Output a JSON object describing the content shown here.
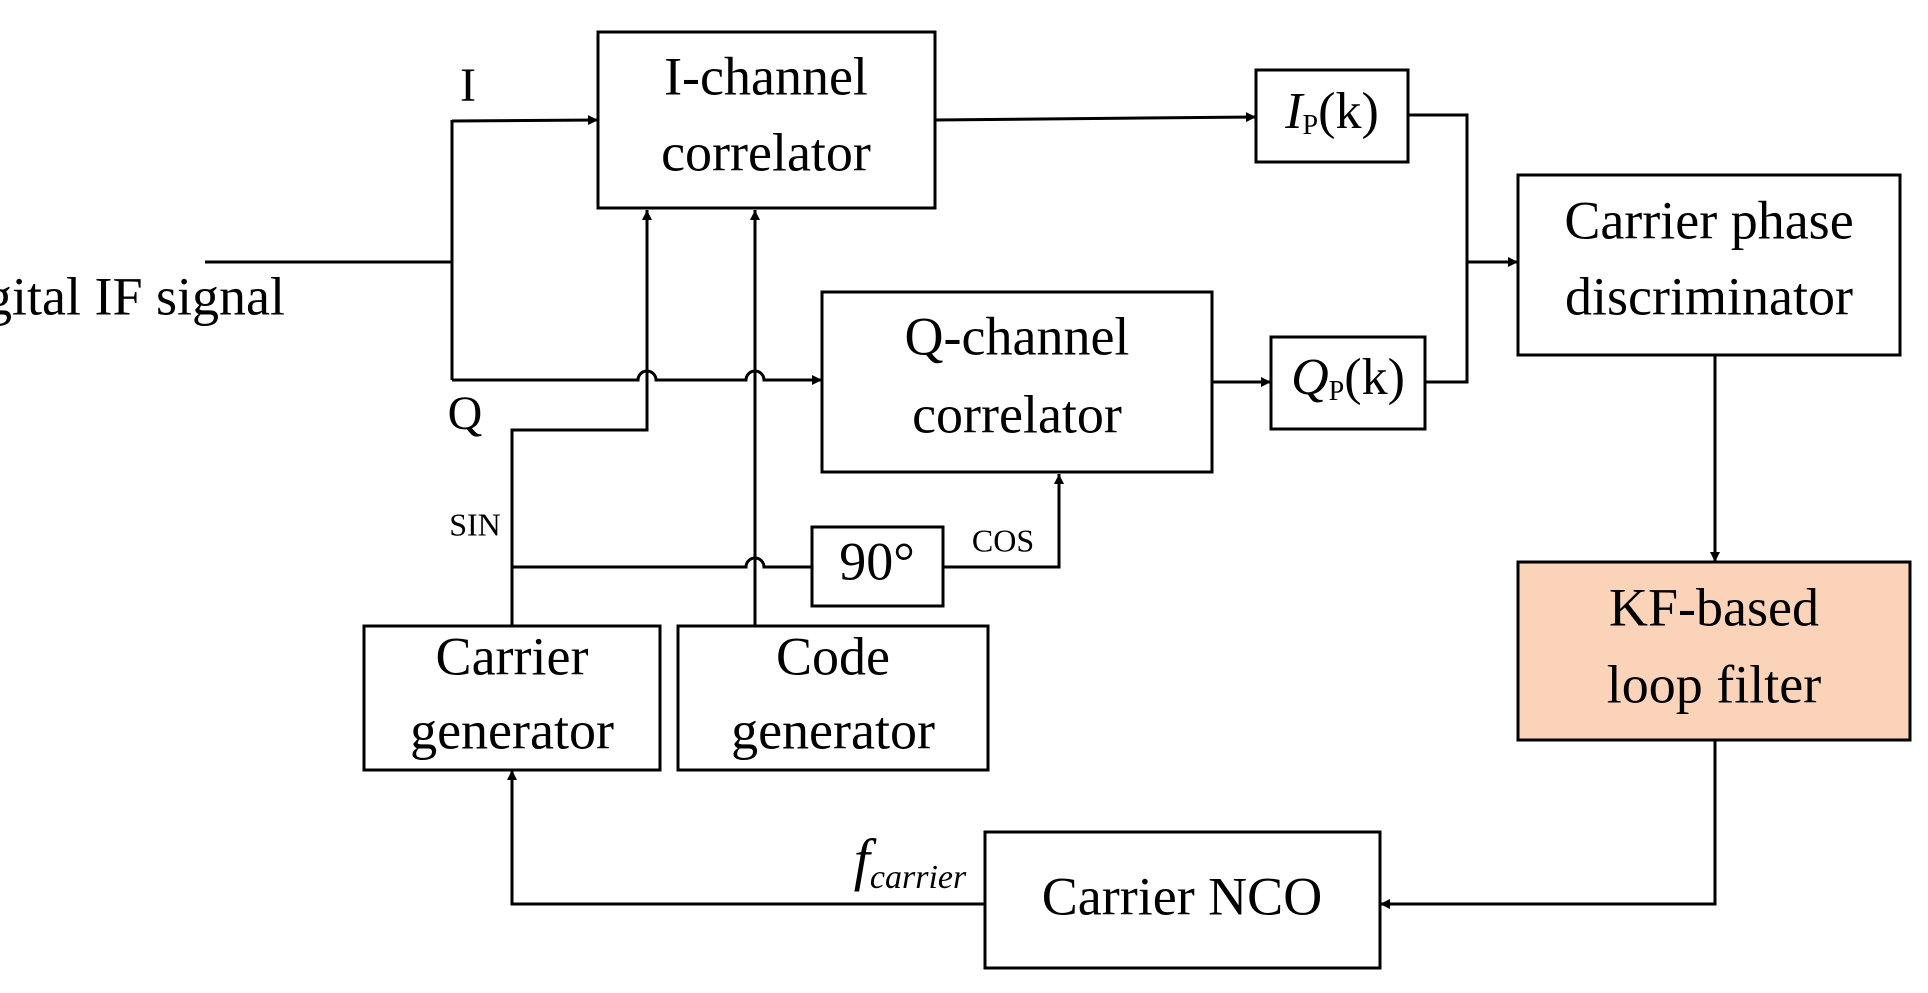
{
  "input": {
    "label": "Digital IF signal",
    "i_label": "I",
    "q_label": "Q"
  },
  "blocks": {
    "i_corr": {
      "line1": "I-channel",
      "line2": "correlator"
    },
    "q_corr": {
      "line1": "Q-channel",
      "line2": "correlator"
    },
    "ip": {
      "symbol": "I",
      "subscript": "P",
      "arg": "(k)"
    },
    "qp": {
      "symbol": "Q",
      "subscript": "P",
      "arg": "(k)"
    },
    "discriminator": {
      "line1": "Carrier phase",
      "line2": "discriminator"
    },
    "kf_filter": {
      "line1": "KF-based",
      "line2": "loop filter"
    },
    "nco": {
      "label": "Carrier NCO"
    },
    "carrier_gen": {
      "line1": "Carrier",
      "line2": "generator"
    },
    "code_gen": {
      "line1": "Code",
      "line2": "generator"
    },
    "phase_shift": {
      "label": "90°"
    }
  },
  "signals": {
    "sin": "SIN",
    "cos": "COS",
    "f_carrier": {
      "symbol": "f",
      "subscript": "carrier"
    }
  },
  "colors": {
    "kf_fill": "#fad3b8",
    "line": "#000000"
  }
}
